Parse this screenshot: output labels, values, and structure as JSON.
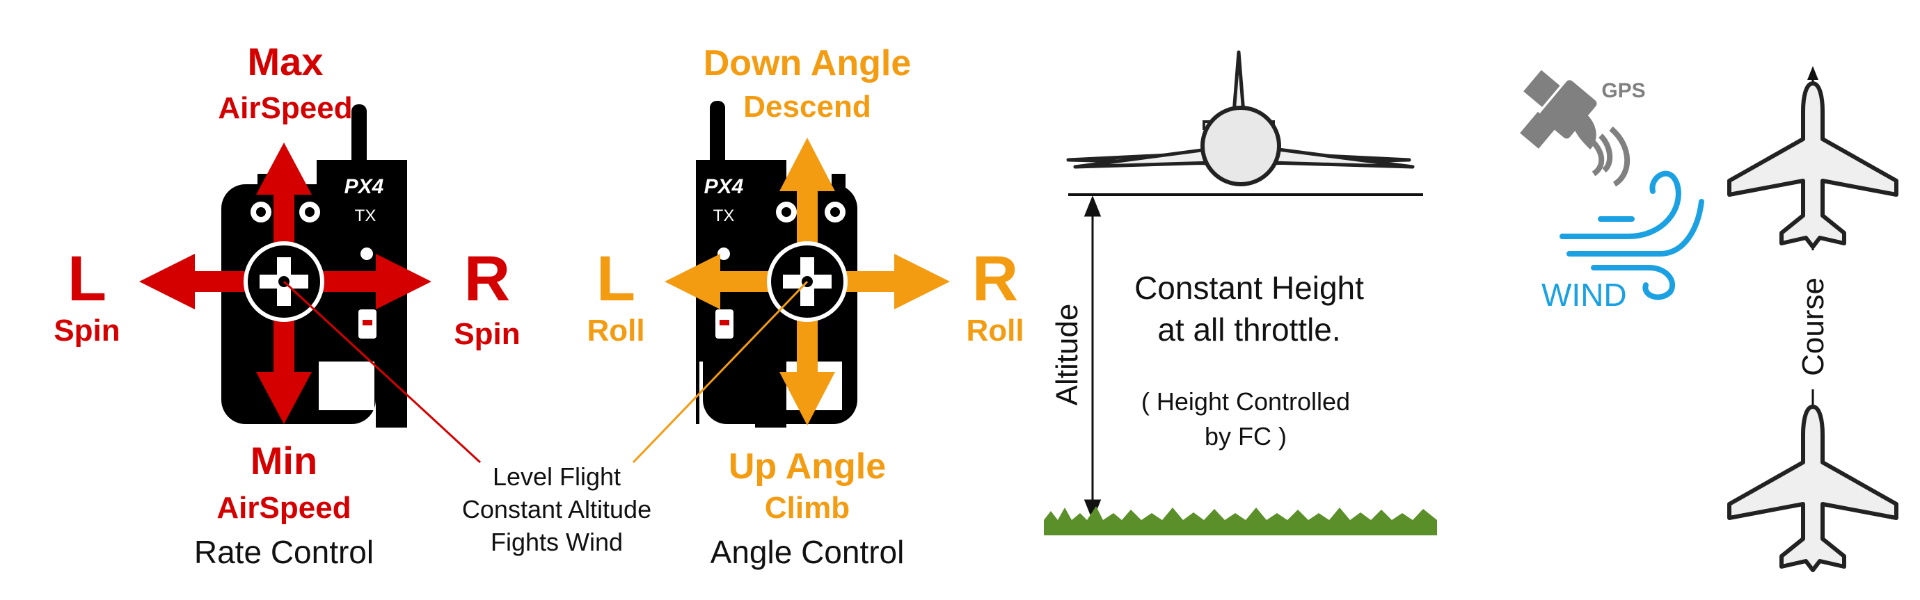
{
  "colors": {
    "rate": "#d40000",
    "angle": "#f39c12",
    "wind": "#1ba1e2",
    "gps": "#808080",
    "grass": "#5a8f29",
    "tx_body": "#000000"
  },
  "rate_panel": {
    "top_line1": "Max",
    "top_line2": "AirSpeed",
    "bottom_line1": "Min",
    "bottom_line2": "AirSpeed",
    "left_letter": "L",
    "left_word": "Spin",
    "right_letter": "R",
    "right_word": "Spin",
    "caption": "Rate Control",
    "tx_brand": "PX4",
    "tx_sub": "TX"
  },
  "angle_panel": {
    "top_line1": "Down Angle",
    "top_line2": "Descend",
    "bottom_line1": "Up Angle",
    "bottom_line2": "Climb",
    "left_letter": "L",
    "left_word": "Roll",
    "right_letter": "R",
    "right_word": "Roll",
    "caption": "Angle Control",
    "tx_brand": "PX4",
    "tx_sub": "TX"
  },
  "center_note": {
    "line1": "Level Flight",
    "line2": "Constant Altitude",
    "line3": "Fights Wind"
  },
  "altitude_panel": {
    "axis_label": "Altitude",
    "title_line1": "Constant Height",
    "title_line2": "at all throttle.",
    "note_line1": "( Height Controlled",
    "note_line2": "by FC )"
  },
  "course_panel": {
    "gps_label": "GPS",
    "wind_label": "WIND",
    "course_label": "Course",
    "icons": [
      "satellite-icon",
      "wind-icon",
      "airplane-icon"
    ]
  }
}
